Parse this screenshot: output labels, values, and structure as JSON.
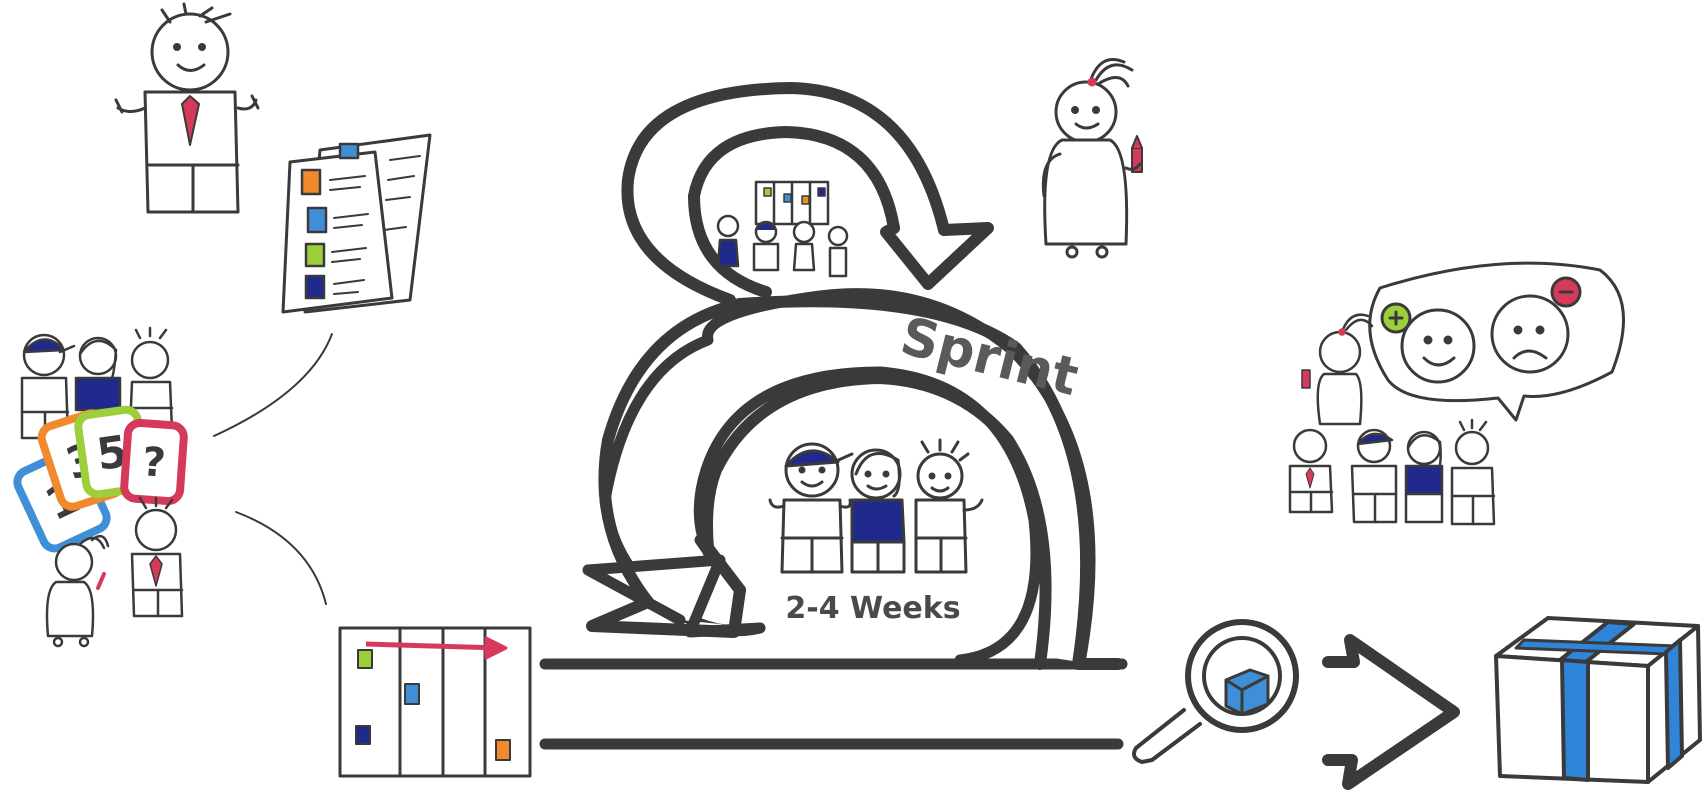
{
  "diagram": {
    "sprint_label": "Sprint",
    "duration_label": "2-4 Weeks",
    "estimation_cards": [
      "1",
      "3",
      "5",
      "?"
    ]
  },
  "colors": {
    "ink": "#3a3a3a",
    "navy": "#1f2a8c",
    "red": "#d63a5a",
    "orange": "#f08a2c",
    "green": "#9ccf3a",
    "blue": "#3f8fd6",
    "box_blue": "#2f86d8"
  },
  "icons": [
    "product-owner-figure",
    "product-backlog-icon",
    "sprint-planning-team",
    "planning-poker-cards",
    "sprint-backlog-board",
    "daily-standup-group",
    "scrum-master-figure",
    "development-team",
    "magnifier-icon",
    "arrow-right-icon",
    "increment-box-icon",
    "feedback-speech-bubble",
    "review-group"
  ]
}
